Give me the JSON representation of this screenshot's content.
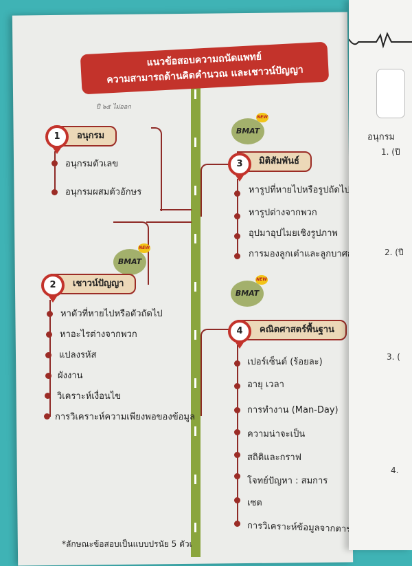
{
  "banner": {
    "line1": "แนวข้อสอบความถนัดแพทย์",
    "line2": "ความสามารถด้านคิดคำนวณ และเชาวน์ปัญญา"
  },
  "badge_label": "BMAT",
  "new_label": "NEW",
  "sections": [
    {
      "number": "1",
      "title": "อนุกรม",
      "items": [
        "อนุกรมตัวเลข",
        "อนุกรมผสมตัวอักษร"
      ]
    },
    {
      "number": "2",
      "title": "เชาวน์ปัญญา",
      "items": [
        "หาตัวที่หายไปหรือตัวถัดไป",
        "หาอะไรต่างจากพวก",
        "แปลงรหัส",
        "ผังงาน",
        "วิเคราะห์เงื่อนไข",
        "การวิเคราะห์ความเพียงพอของข้อมูล"
      ]
    },
    {
      "number": "3",
      "title": "มิติสัมพันธ์",
      "items": [
        "หารูปที่หายไปหรือรูปถัดไป",
        "หารูปต่างจากพวก",
        "อุปมาอุปไมยเชิงรูปภาพ",
        "การมองลูกเต๋าและลูกบาศก์"
      ]
    },
    {
      "number": "4",
      "title": "คณิตศาสตร์พื้นฐาน",
      "items": [
        "เปอร์เซ็นต์ (ร้อยละ)",
        "อายุ เวลา",
        "การทำงาน (Man-Day)",
        "ความน่าจะเป็น",
        "สถิติและกราฟ",
        "โจทย์ปัญหา : สมการ",
        "เซต",
        "การวิเคราะห์ข้อมูลจากตาราง"
      ]
    }
  ],
  "footnote": "*ลักษณะข้อสอบเป็นแบบปรนัย 5 ตัวเ",
  "right_page": {
    "heading": "อนุกรม",
    "numbers": [
      "1.  (ปี",
      "2.  (ปี",
      "3.  (",
      "4."
    ]
  },
  "colors": {
    "banner": "#c3332b",
    "road": "#8aa53d",
    "line": "#8e2a26",
    "tag": "#ecd8b8",
    "background": "#3fb3b5"
  }
}
